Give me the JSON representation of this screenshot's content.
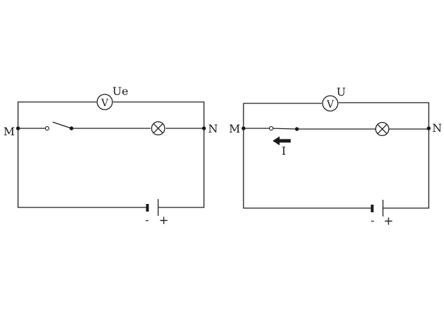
{
  "circuits": [
    {
      "voltmeter_symbol": "V",
      "voltmeter_label": "Ue",
      "node_left": "M",
      "node_right": "N",
      "battery_minus": "-",
      "battery_plus": "+",
      "switch_state": "open",
      "current_label": ""
    },
    {
      "voltmeter_symbol": "V",
      "voltmeter_label": "U",
      "node_left": "M",
      "node_right": "N",
      "battery_minus": "-",
      "battery_plus": "+",
      "switch_state": "closed",
      "current_label": "I"
    }
  ]
}
